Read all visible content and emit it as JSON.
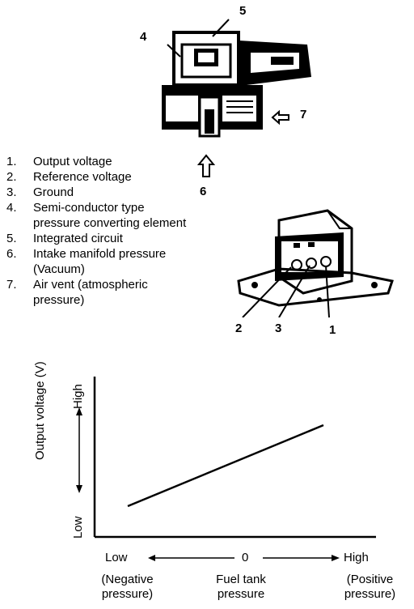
{
  "callouts": {
    "top_4": "4",
    "top_5": "5",
    "top_6": "6",
    "top_7": "7",
    "conn_1": "1",
    "conn_2": "2",
    "conn_3": "3"
  },
  "legend": [
    {
      "num": "1.",
      "text": "Output voltage"
    },
    {
      "num": "2.",
      "text": "Reference voltage"
    },
    {
      "num": "3.",
      "text": "Ground"
    },
    {
      "num": "4.",
      "text": "Semi-conductor type pressure converting element"
    },
    {
      "num": "5.",
      "text": "Integrated circuit"
    },
    {
      "num": "6.",
      "text": "Intake manifold pressure (Vacuum)"
    },
    {
      "num": "7.",
      "text": "Air vent (atmospheric pressure)"
    }
  ],
  "graph": {
    "y_axis": {
      "label": "Output voltage (V)",
      "high": "High",
      "low": "Low"
    },
    "x_axis": {
      "low": "Low",
      "zero": "0",
      "high": "High",
      "low_note": "(Negative pressure)",
      "middle": "Fuel tank pressure",
      "high_note": "(Positive pressure)"
    }
  },
  "chart_data": {
    "type": "line",
    "title": "",
    "xlabel": "Fuel tank pressure",
    "ylabel": "Output voltage (V)",
    "x": [
      "Low",
      "High"
    ],
    "series": [
      {
        "values": [
          "Low",
          "High"
        ]
      }
    ]
  }
}
